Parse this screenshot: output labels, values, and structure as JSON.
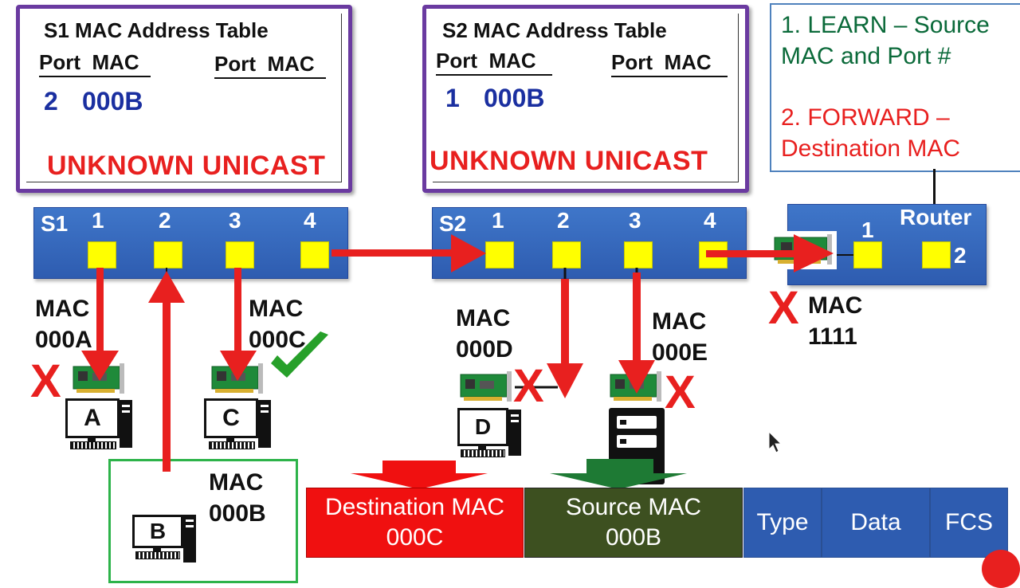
{
  "s1_table": {
    "title": "S1 MAC Address Table",
    "header_left": "Port  MAC",
    "header_right": "Port  MAC",
    "entry_port": "2",
    "entry_mac": "000B",
    "status": "UNKNOWN UNICAST"
  },
  "s2_table": {
    "title": "S2 MAC Address Table",
    "header_left": "Port  MAC",
    "header_right": "Port  MAC",
    "entry_port": "1",
    "entry_mac": "000B",
    "status": "UNKNOWN UNICAST"
  },
  "legend": {
    "learn": "1. LEARN – Source MAC and Port #",
    "forward": "2. FORWARD – Destination MAC"
  },
  "s1": {
    "label": "S1",
    "ports": [
      "1",
      "2",
      "3",
      "4"
    ]
  },
  "s2": {
    "label": "S2",
    "ports": [
      "1",
      "2",
      "3",
      "4"
    ]
  },
  "router": {
    "label": "Router",
    "port1": "1",
    "port2": "2",
    "mac_line1": "MAC",
    "mac_line2": "1111"
  },
  "hosts": {
    "a": {
      "letter": "A",
      "mac_line1": "MAC",
      "mac_line2": "000A"
    },
    "b": {
      "letter": "B",
      "mac_line1": "MAC",
      "mac_line2": "000B"
    },
    "c": {
      "letter": "C",
      "mac_line1": "MAC",
      "mac_line2": "000C"
    },
    "d": {
      "letter": "D",
      "mac_line1": "MAC",
      "mac_line2": "000D"
    },
    "e": {
      "mac_line1": "MAC",
      "mac_line2": "000E"
    }
  },
  "drop_mark": "X",
  "frame": {
    "dest_label": "Destination MAC",
    "dest_value": "000C",
    "src_label": "Source MAC",
    "src_value": "000B",
    "type": "Type",
    "data": "Data",
    "fcs": "FCS"
  },
  "colors": {
    "table_border": "#6a3aa0",
    "switch_blue": "#3566bd",
    "port_yellow": "#ffff00",
    "arrow_red": "#e8201f",
    "learn_green": "#0b6a3a",
    "dest_red": "#f01010",
    "src_olive": "#3d5020",
    "frame_blue": "#2e5cb0",
    "check_green": "#27a02a",
    "sender_box_green": "#2db34a"
  }
}
